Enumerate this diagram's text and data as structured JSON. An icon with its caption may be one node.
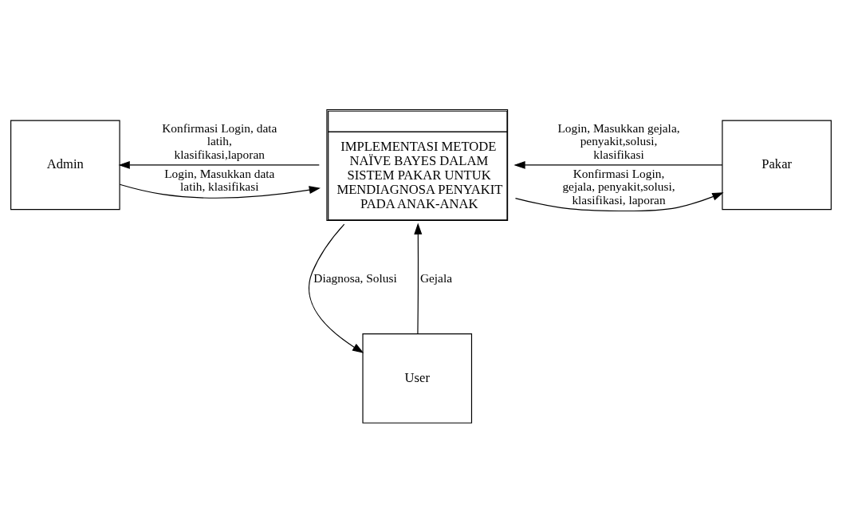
{
  "diagram": {
    "nodes": [
      {
        "text": [
          "Admin"
        ]
      },
      {
        "text": [
          "IMPLEMENTASI METODE NAÏVE BAYES DALAM SISTEM PAKAR UNTUK MENDIAGNOSA PENYAKIT PADA ANAK-ANAK"
        ]
      },
      {
        "text": [
          "Pakar"
        ]
      },
      {
        "text": [
          "User"
        ]
      }
    ],
    "edges": [
      {
        "from": 1,
        "to": 0,
        "arrow": "to",
        "label": "Konfirmasi Login, data latih, klasifikasi,laporan"
      },
      {
        "from": 0,
        "to": 1,
        "arrow": "to",
        "label": "Login, Masukkan data latih, klasifikasi"
      },
      {
        "from": 2,
        "to": 1,
        "arrow": "to",
        "label": "Login, Masukkan gejala, penyakit,solusi, klasifikasi"
      },
      {
        "from": 1,
        "to": 2,
        "arrow": "to",
        "label": "Konfirmasi Login, gejala, penyakit,solusi, klasifikasi, laporan"
      },
      {
        "from": 3,
        "to": 1,
        "arrow": "to",
        "label": "Gejala"
      },
      {
        "from": 1,
        "to": 3,
        "arrow": "to",
        "label": "Diagnosa, Solusi"
      }
    ]
  }
}
